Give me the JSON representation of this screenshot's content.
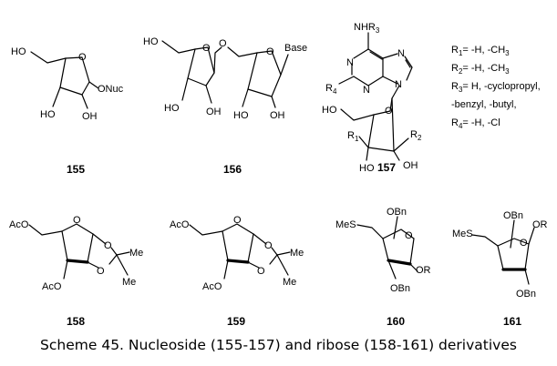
{
  "compounds": [
    {
      "number": "155",
      "labels": {
        "ho_top": "HO",
        "ring_o": "O",
        "nuc": "ONuc",
        "ho1": "HO",
        "oh1": "OH"
      }
    },
    {
      "number": "156",
      "labels": {
        "ho_top": "HO",
        "ring_o1": "O",
        "bridge_o": "O",
        "ho1": "HO",
        "oh1": "OH",
        "ring_o2": "O",
        "base": "Base",
        "ho2": "HO",
        "oh2": "OH"
      }
    },
    {
      "number": "157",
      "labels": {
        "nh": "NHR",
        "nh_sub": "3",
        "n1": "N",
        "n3": "N",
        "n7": "N",
        "n9": "N",
        "r4": "R",
        "r4_sub": "4",
        "ho_top": "HO",
        "ring_o": "O",
        "r1": "R",
        "r1_sub": "1",
        "r2": "R",
        "r2_sub": "2",
        "ho1": "HO",
        "oh1": "OH"
      }
    },
    {
      "number": "158",
      "labels": {
        "aco_top": "AcO",
        "ring_o": "O",
        "o1": "O",
        "o2": "O",
        "me1": "Me",
        "me2": "Me",
        "aco_bottom": "AcO"
      }
    },
    {
      "number": "159",
      "labels": {
        "aco_top": "AcO",
        "ring_o": "O",
        "o1": "O",
        "o2": "O",
        "me1": "Me",
        "me2": "Me",
        "aco_bottom": "AcO"
      }
    },
    {
      "number": "160",
      "labels": {
        "mes": "MeS",
        "obn_top": "OBn",
        "ring_o": "O",
        "or": "OR",
        "obn_bottom": "OBn"
      }
    },
    {
      "number": "161",
      "labels": {
        "mes": "MeS",
        "obn_top": "OBn",
        "ring_o": "O",
        "or": "OR",
        "obn_bottom": "OBn"
      }
    }
  ],
  "r_groups": [
    {
      "sym": "R",
      "sub": "1",
      "text": "= -H, -CH",
      "tail": "3"
    },
    {
      "sym": "R",
      "sub": "2",
      "text": "= -H, -CH",
      "tail": "3"
    },
    {
      "sym": "R",
      "sub": "3",
      "text": "= H, -cyclopropyl,",
      "tail": ""
    },
    {
      "sym": "",
      "sub": "",
      "text": "-benzyl, -butyl,",
      "tail": ""
    },
    {
      "sym": "R",
      "sub": "4",
      "text": "= -H, -Cl",
      "tail": ""
    }
  ],
  "caption": "Scheme 45. Nucleoside (155-157) and ribose (158-161) derivatives"
}
